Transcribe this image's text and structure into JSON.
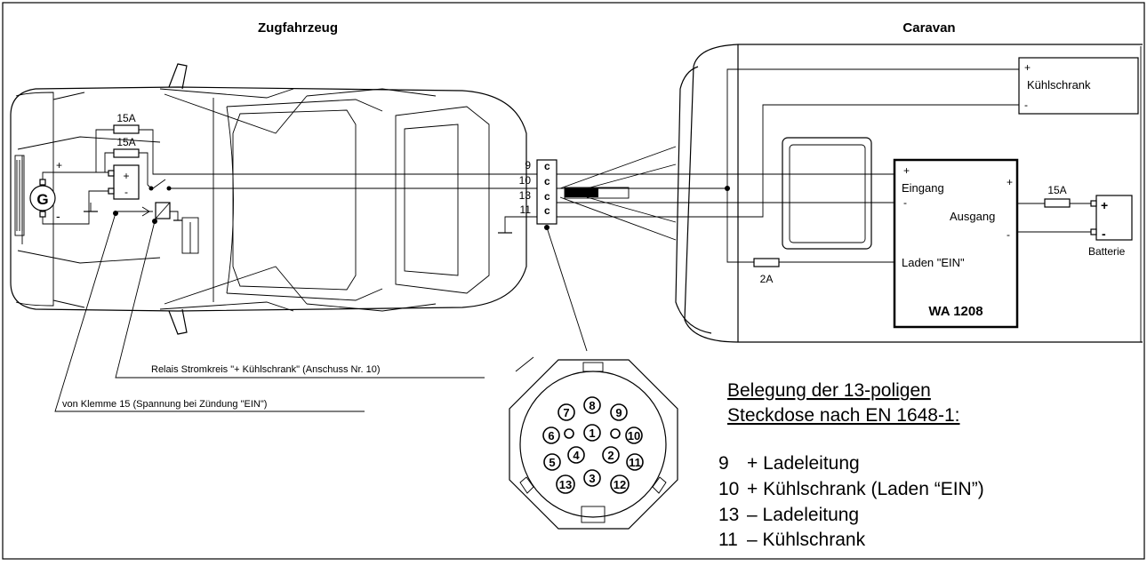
{
  "headings": {
    "vehicle": "Zugfahrzeug",
    "caravan": "Caravan"
  },
  "vehicle": {
    "fuse_top": "15A",
    "fuse_second": "15A",
    "generator": "G",
    "plus": "+",
    "minus": "-"
  },
  "socket_numbers": [
    "9",
    "10",
    "13",
    "11"
  ],
  "caravan": {
    "fridge_label": "Kühlschrank",
    "fridge_plus": "+",
    "fridge_minus": "-",
    "device_name": "WA 1208",
    "input_label": "Eingang",
    "input_plus": "+",
    "input_minus": "-",
    "output_label": "Ausgang",
    "output_plus": "+",
    "output_minus": "-",
    "charge_label": "Laden \"EIN\"",
    "fuse_output": "15A",
    "fuse_charge": "2A",
    "battery_label": "Batterie",
    "battery_plus": "+",
    "battery_minus": "-"
  },
  "callouts": {
    "relay": "Relais Stromkreis \"+ Kühlschrank\" (Anschuss Nr. 10)",
    "terminal": "von Klemme 15 (Spannung bei Zündung \"EIN\")"
  },
  "connector_pins": [
    "1",
    "2",
    "3",
    "4",
    "5",
    "6",
    "7",
    "8",
    "9",
    "10",
    "11",
    "12",
    "13"
  ],
  "legend": {
    "title_line1": "Belegung der 13-poligen",
    "title_line2": "Steckdose nach EN 1648-1:",
    "items": [
      {
        "pin": "9",
        "text": "+ Ladeleitung"
      },
      {
        "pin": "10",
        "text": "+ Kühlschrank (Laden “EIN”)"
      },
      {
        "pin": "13",
        "text": "– Ladeleitung"
      },
      {
        "pin": "11",
        "text": "– Kühlschrank"
      }
    ]
  }
}
